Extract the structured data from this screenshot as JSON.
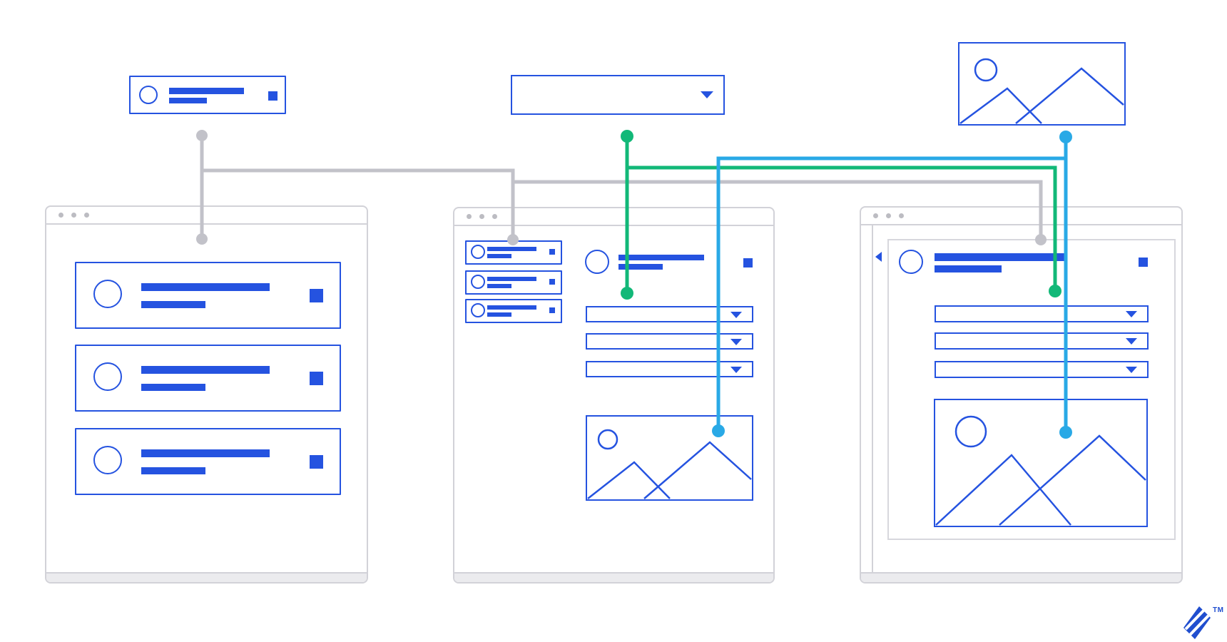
{
  "colors": {
    "blue": "#2553e0",
    "green": "#12b878",
    "cyan": "#29a9e6",
    "connector_gray": "#c2c2c9",
    "chrome_border": "#d2d2d8",
    "chrome_dot": "#bcbcc2",
    "footer_fill": "#ebebee",
    "panel_border": "#d7d7dd",
    "logo_blue": "#204ecf"
  },
  "trademark": {
    "label": "TM"
  },
  "diagram": {
    "type": "wireframe-component-flow",
    "top_components": [
      {
        "name": "list-item-card",
        "contents": [
          "avatar-circle",
          "text-bar-long",
          "text-bar-short",
          "action-square"
        ]
      },
      {
        "name": "dropdown-select",
        "contents": [
          "dropdown-arrow"
        ]
      },
      {
        "name": "image-placeholder",
        "contents": [
          "sun-circle",
          "mountains"
        ]
      }
    ],
    "windows": [
      {
        "name": "list-window",
        "chrome": [
          "titlebar-dots",
          "footer-bar"
        ],
        "contents": [
          "list-card",
          "list-card",
          "list-card"
        ]
      },
      {
        "name": "detail-window",
        "chrome": [
          "titlebar-dots",
          "footer-bar"
        ],
        "contents": [
          "mini-card",
          "mini-card",
          "mini-card",
          "profile-header",
          "dropdown",
          "dropdown",
          "dropdown",
          "image-placeholder"
        ]
      },
      {
        "name": "panel-window",
        "chrome": [
          "titlebar-dots",
          "sidebar-divider",
          "footer-bar"
        ],
        "contents": [
          "back-arrow",
          "detail-panel",
          "profile-header",
          "dropdown",
          "dropdown",
          "dropdown",
          "image-placeholder"
        ]
      }
    ],
    "connectors": [
      {
        "color_key": "connector_gray",
        "from": "list-item-card",
        "to": [
          "list-window-content",
          "detail-window-mini-card",
          "panel-window-panel-top"
        ]
      },
      {
        "color_key": "green",
        "from": "dropdown-select",
        "to": [
          "detail-window-profile",
          "panel-window-profile"
        ]
      },
      {
        "color_key": "cyan",
        "from": "image-placeholder",
        "to": [
          "detail-window-image",
          "panel-window-image"
        ]
      }
    ]
  }
}
